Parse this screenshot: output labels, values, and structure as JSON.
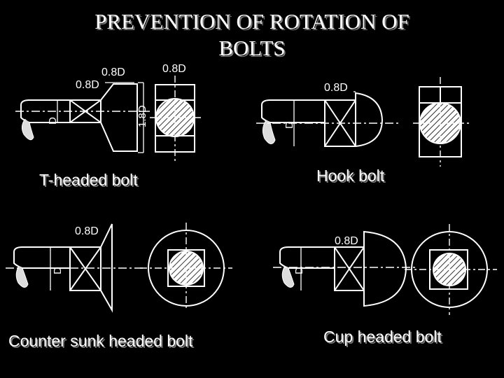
{
  "title": {
    "line1": "PREVENTION OF ROTATION OF",
    "line2": "BOLTS"
  },
  "captions": {
    "t_headed": "T-headed bolt",
    "hook": "Hook bolt",
    "countersunk": "Counter sunk headed bolt",
    "cup": "Cup headed  bolt"
  },
  "dims": {
    "t_head_width": "0.8D",
    "t_head_top": "0.8D",
    "t_neck": "0.8D",
    "t_height": "1.8D",
    "t_dia": "D",
    "hook_head": "0.8D",
    "hook_dia": "D",
    "cs_neck": "0.8D",
    "cs_dia": "D",
    "cup_neck": "0.8D",
    "cup_dia": "D"
  },
  "colors": {
    "background": "#000000",
    "lines": "#ffffff",
    "caption_shadow": "#777777"
  }
}
